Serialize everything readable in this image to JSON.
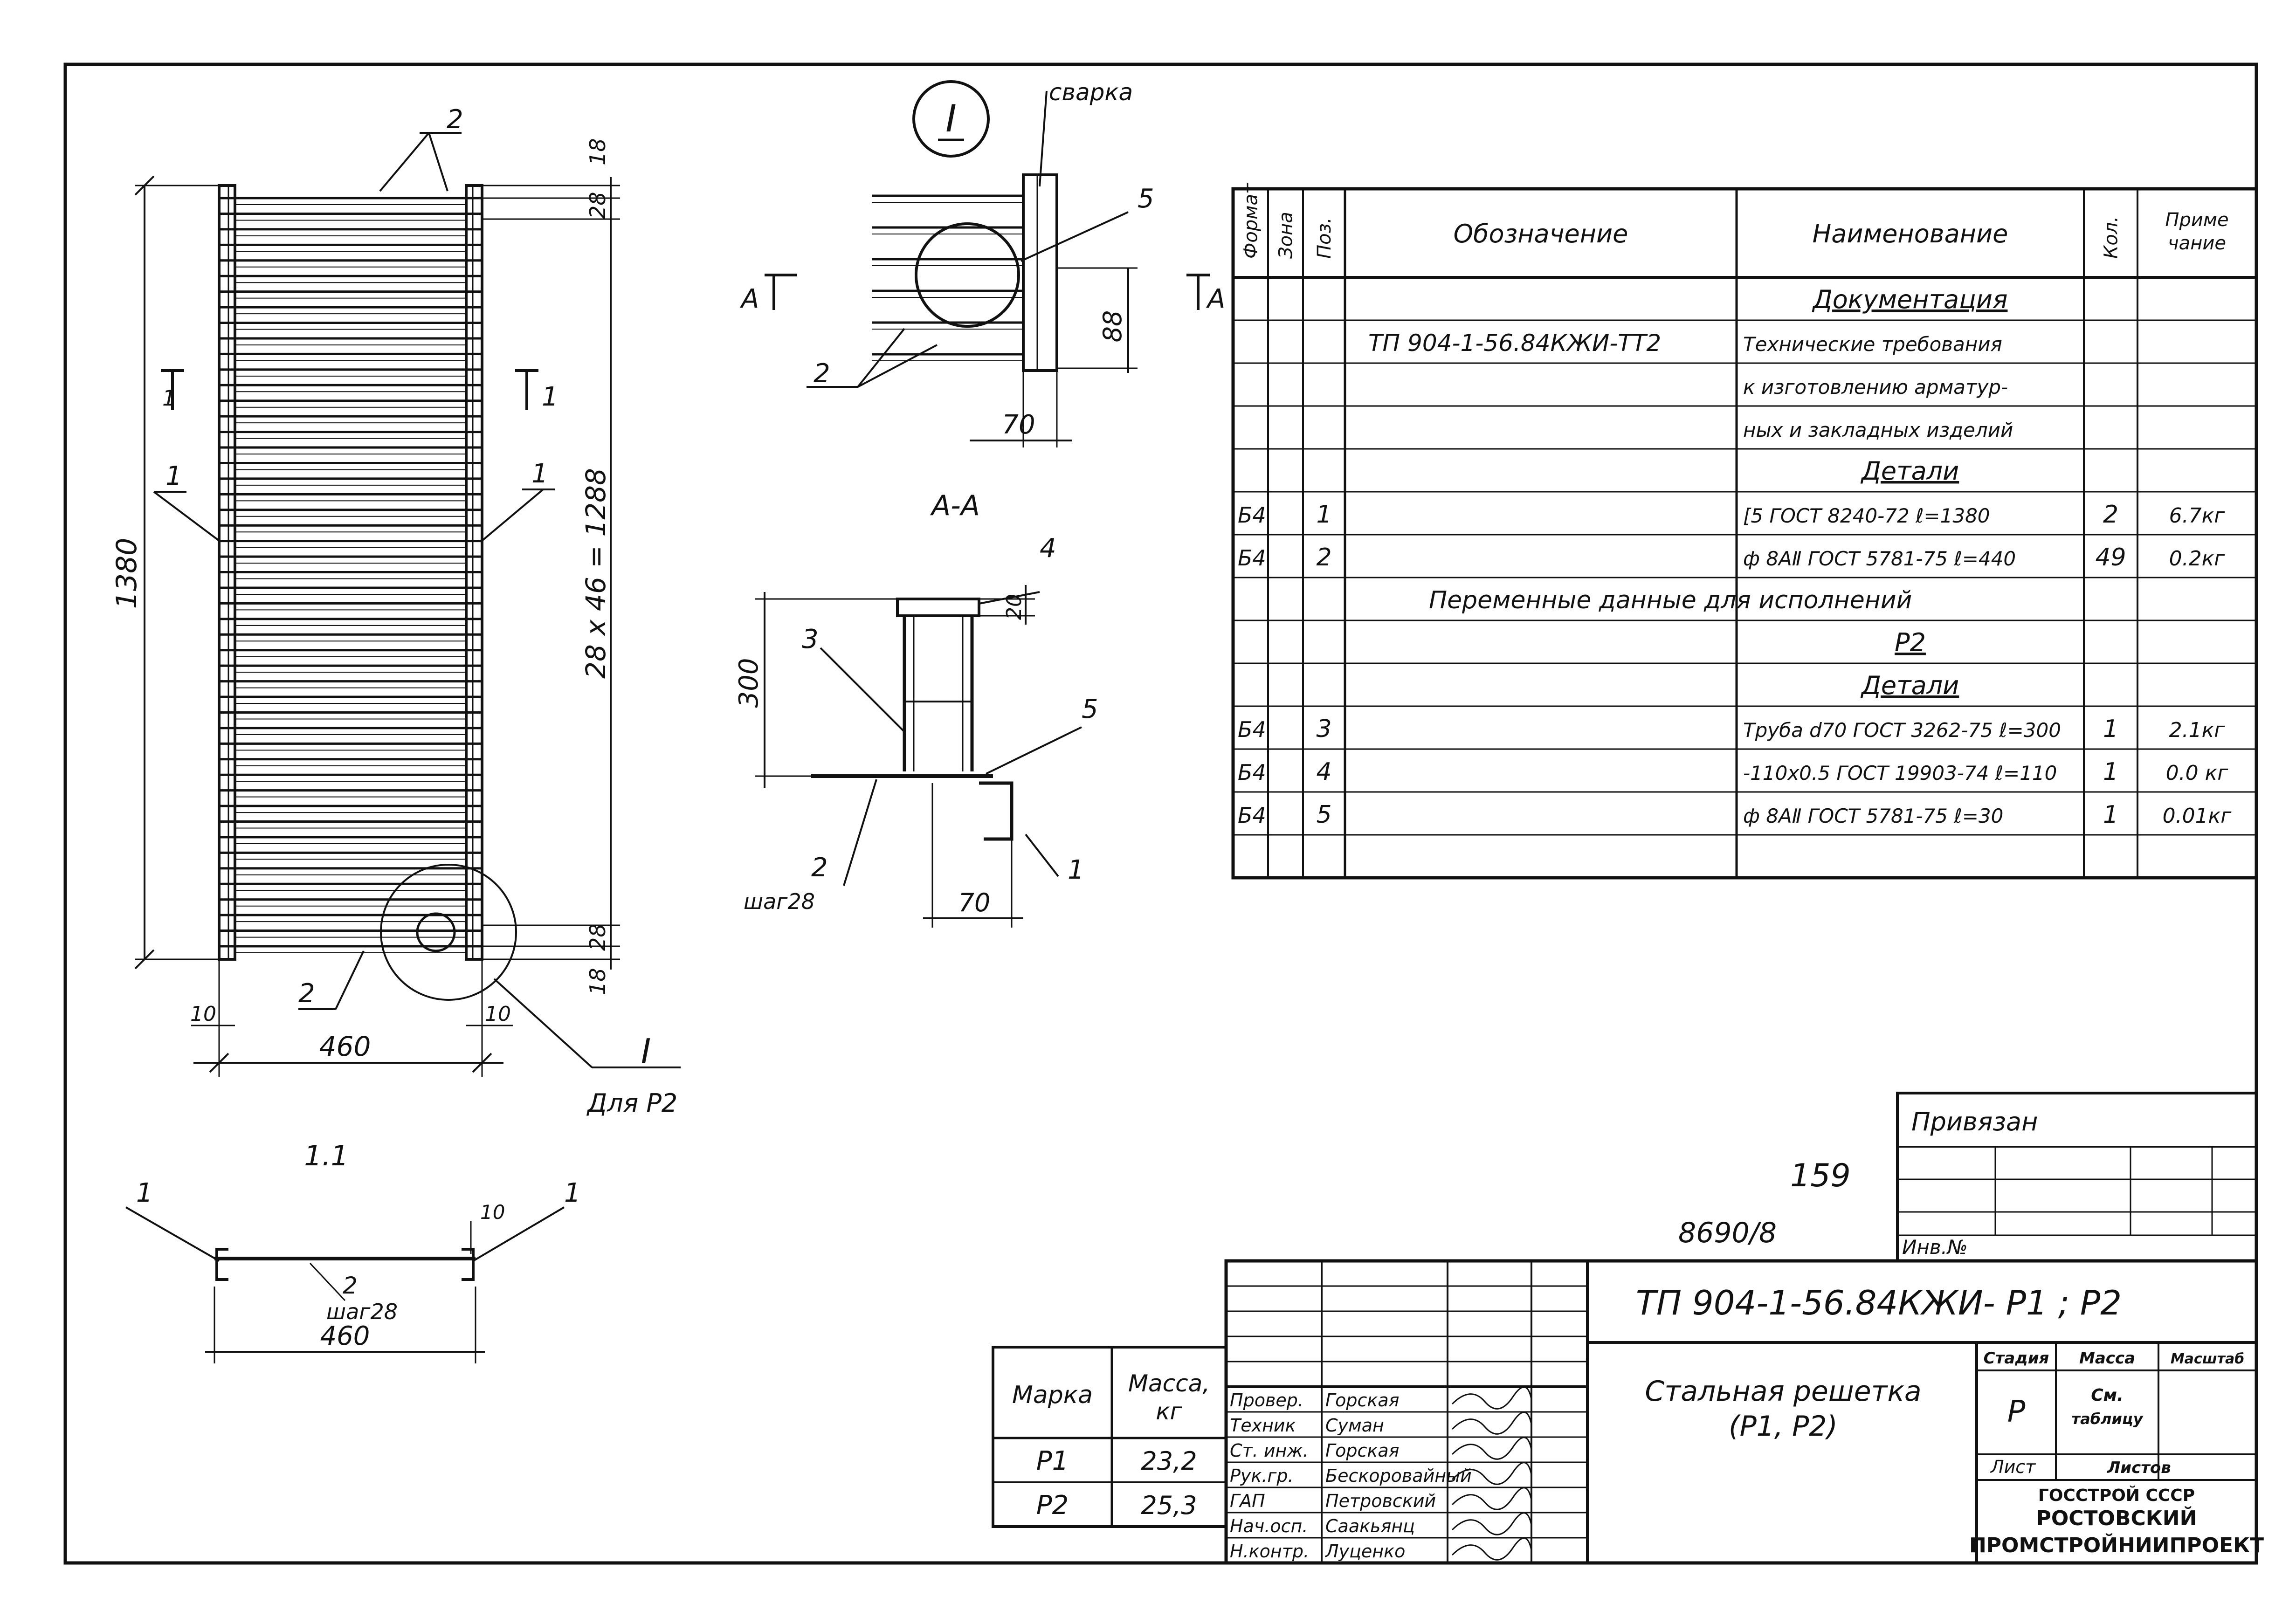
{
  "colors": {
    "ink": "#111111",
    "paper": "#ffffff"
  },
  "plan": {
    "leader_top": "2",
    "leader_bottom": "2",
    "leader_left": "1",
    "leader_right": "1",
    "dim_height": "1380",
    "dim_pitch": "28 x 46 = 1288",
    "dim_top_18": "18",
    "dim_top_28": "28",
    "dim_bot_28": "28",
    "dim_bot_18": "18",
    "dim_width": "460",
    "dim_left_10": "10",
    "dim_right_10": "10",
    "section_left": "1",
    "section_right": "1",
    "detail_mark": "I",
    "detail_note": "Для Р2"
  },
  "section_11": {
    "title": "1.1",
    "leader_left": "1",
    "leader_right": "1",
    "dim_10": "10",
    "pos2": "2",
    "step": "шаг28",
    "dim_width": "460"
  },
  "detail_I": {
    "mark": "I",
    "weld": "сварка",
    "pos5": "5",
    "pos2": "2",
    "dim_88": "88",
    "dim_70": "70",
    "sec_left": "А",
    "sec_right": "А"
  },
  "section_AA": {
    "title": "А-А",
    "pos4": "4",
    "pos3": "3",
    "pos5": "5",
    "pos2": "2",
    "step": "шаг28",
    "pos1": "1",
    "dim_20": "20",
    "dim_300": "300",
    "dim_70": "70"
  },
  "spec": {
    "headers": [
      "Формат",
      "Зона",
      "Поз.",
      "Обозначение",
      "Наименование",
      "Кол.",
      "Приме чание"
    ],
    "rows": [
      {
        "fmt": "",
        "zone": "",
        "pos": "",
        "desig": "",
        "name": "Документация",
        "qty": "",
        "note": ""
      },
      {
        "fmt": "",
        "zone": "",
        "pos": "",
        "desig": "ТП 904-1-56.84КЖИ-ТТ2",
        "name": "Технические требования",
        "qty": "",
        "note": ""
      },
      {
        "fmt": "",
        "zone": "",
        "pos": "",
        "desig": "",
        "name": "к изготовлению арматур-",
        "qty": "",
        "note": ""
      },
      {
        "fmt": "",
        "zone": "",
        "pos": "",
        "desig": "",
        "name": "ных и закладных изделий",
        "qty": "",
        "note": ""
      },
      {
        "fmt": "",
        "zone": "",
        "pos": "",
        "desig": "",
        "name": "Детали",
        "qty": "",
        "note": ""
      },
      {
        "fmt": "Б4",
        "zone": "",
        "pos": "1",
        "desig": "",
        "name": "[5 ГОСТ 8240-72 ℓ=1380",
        "qty": "2",
        "note": "6.7кг"
      },
      {
        "fmt": "Б4",
        "zone": "",
        "pos": "2",
        "desig": "",
        "name": "ф 8АⅡ ГОСТ 5781-75 ℓ=440",
        "qty": "49",
        "note": "0.2кг"
      },
      {
        "fmt": "",
        "zone": "",
        "pos": "",
        "desig": "Переменные данные для исполнений",
        "name": "",
        "qty": "",
        "note": ""
      },
      {
        "fmt": "",
        "zone": "",
        "pos": "",
        "desig": "",
        "name": "Р2",
        "qty": "",
        "note": ""
      },
      {
        "fmt": "",
        "zone": "",
        "pos": "",
        "desig": "",
        "name": "Детали",
        "qty": "",
        "note": ""
      },
      {
        "fmt": "Б4",
        "zone": "",
        "pos": "3",
        "desig": "",
        "name": "Труба d70 ГОСТ 3262-75 ℓ=300",
        "qty": "1",
        "note": "2.1кг"
      },
      {
        "fmt": "Б4",
        "zone": "",
        "pos": "4",
        "desig": "",
        "name": "-110х0.5 ГОСТ 19903-74 ℓ=110",
        "qty": "1",
        "note": "0.0 кг"
      },
      {
        "fmt": "Б4",
        "zone": "",
        "pos": "5",
        "desig": "",
        "name": "ф 8АⅡ ГОСТ 5781-75 ℓ=30",
        "qty": "1",
        "note": "0.01кг"
      },
      {
        "fmt": "",
        "zone": "",
        "pos": "",
        "desig": "",
        "name": "",
        "qty": "",
        "note": ""
      }
    ]
  },
  "mass_table": {
    "headers": [
      "Марка",
      "Масса, кг"
    ],
    "rows": [
      {
        "mark": "Р1",
        "mass": "23,2"
      },
      {
        "mark": "Р2",
        "mass": "25,3"
      }
    ]
  },
  "stamp": {
    "bound": "Привязан",
    "inv": "Инв.№",
    "sheet_no": "159",
    "archive": "8690/8",
    "doc_code": "ТП 904-1-56.84КЖИ- Р1 ; Р2",
    "title_line1": "Стальная решетка",
    "title_line2": "(Р1, Р2)",
    "stage_h": "Стадия",
    "mass_h": "Масса",
    "scale_h": "Масштаб",
    "stage": "Р",
    "mass_val1": "См.",
    "mass_val2": "таблицу",
    "sheet_h": "Лист",
    "sheets_h": "Листов",
    "org1": "ГОССТРОЙ СССР",
    "org2": "РОСТОВСКИЙ",
    "org3": "ПРОМСТРОЙНИИПРОЕКТ",
    "signers": [
      {
        "role": "Провер.",
        "name": "Горская"
      },
      {
        "role": "Техник",
        "name": "Суман"
      },
      {
        "role": "Ст. инж.",
        "name": "Горская"
      },
      {
        "role": "Рук.гр.",
        "name": "Бескоровайный"
      },
      {
        "role": "ГАП",
        "name": "Петровский"
      },
      {
        "role": "Нач.осп.",
        "name": "Саакьянц"
      },
      {
        "role": "Н.контр.",
        "name": "Луценко"
      }
    ]
  }
}
